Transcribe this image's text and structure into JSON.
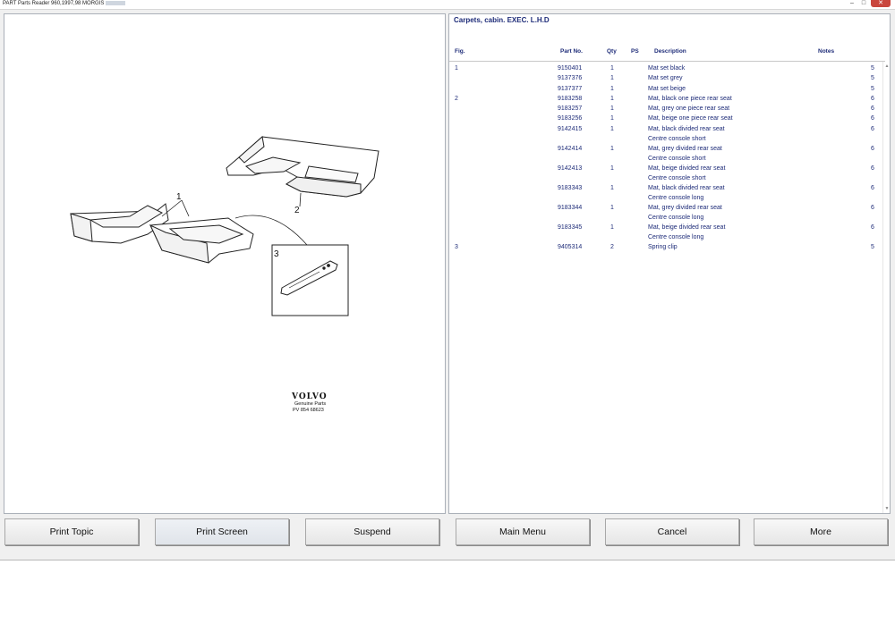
{
  "window": {
    "title": "PART Parts Reader 960,1997,98 MORGIS",
    "controls": {
      "minimize": "–",
      "maximize": "□",
      "close": "✕"
    }
  },
  "diagram": {
    "callouts": [
      "1",
      "2",
      "3"
    ],
    "logo": {
      "brand": "VOLVO",
      "line1": "Genuine Parts",
      "line2": "PV 854 68623"
    }
  },
  "parts": {
    "title": "Carpets, cabin. EXEC. L.H.D",
    "columns": {
      "fig": "Fig.",
      "part_no": "Part No.",
      "qty": "Qty",
      "ps": "PS",
      "description": "Description",
      "notes": "Notes"
    },
    "rows": [
      {
        "fig": "1",
        "part_no": "9150401",
        "qty": "1",
        "description": "Mat set black",
        "sub": "",
        "notes": "5"
      },
      {
        "fig": "",
        "part_no": "9137376",
        "qty": "1",
        "description": "Mat set grey",
        "sub": "",
        "notes": "5"
      },
      {
        "fig": "",
        "part_no": "9137377",
        "qty": "1",
        "description": "Mat set beige",
        "sub": "",
        "notes": "5"
      },
      {
        "fig": "2",
        "part_no": "9183258",
        "qty": "1",
        "description": "Mat, black one piece rear seat",
        "sub": "",
        "notes": "6"
      },
      {
        "fig": "",
        "part_no": "9183257",
        "qty": "1",
        "description": "Mat, grey one piece rear seat",
        "sub": "",
        "notes": "6"
      },
      {
        "fig": "",
        "part_no": "9183256",
        "qty": "1",
        "description": "Mat, beige one piece rear seat",
        "sub": "",
        "notes": "6"
      },
      {
        "fig": "",
        "part_no": "9142415",
        "qty": "1",
        "description": "Mat, black divided rear seat",
        "sub": "Centre console short",
        "notes": "6"
      },
      {
        "fig": "",
        "part_no": "9142414",
        "qty": "1",
        "description": "Mat, grey divided rear seat",
        "sub": "Centre console short",
        "notes": "6"
      },
      {
        "fig": "",
        "part_no": "9142413",
        "qty": "1",
        "description": "Mat, beige divided rear seat",
        "sub": "Centre console short",
        "notes": "6"
      },
      {
        "fig": "",
        "part_no": "9183343",
        "qty": "1",
        "description": "Mat, black divided rear seat",
        "sub": "Centre console long",
        "notes": "6"
      },
      {
        "fig": "",
        "part_no": "9183344",
        "qty": "1",
        "description": "Mat, grey divided rear seat",
        "sub": "Centre console long",
        "notes": "6"
      },
      {
        "fig": "",
        "part_no": "9183345",
        "qty": "1",
        "description": "Mat, beige divided rear seat",
        "sub": "Centre console long",
        "notes": "6"
      },
      {
        "fig": "3",
        "part_no": "9405314",
        "qty": "2",
        "description": "Spring clip",
        "sub": "",
        "notes": "5"
      }
    ]
  },
  "buttons": {
    "print_topic": "Print Topic",
    "print_screen": "Print Screen",
    "suspend": "Suspend",
    "main_menu": "Main Menu",
    "cancel": "Cancel",
    "more": "More"
  },
  "colors": {
    "text_accent": "#1d2b78",
    "close_button": "#c9463d"
  }
}
